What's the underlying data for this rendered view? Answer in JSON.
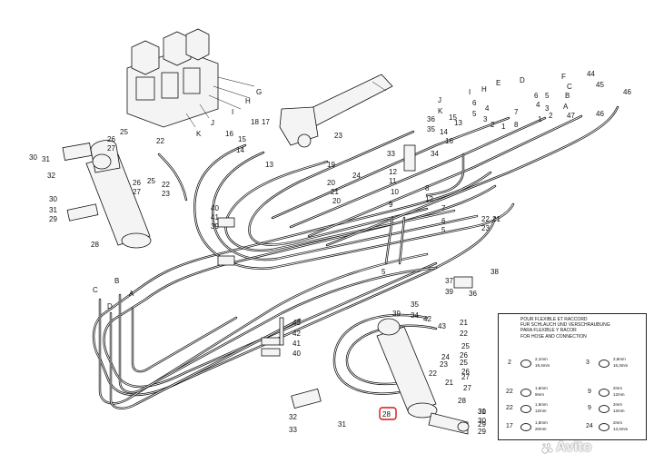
{
  "labels": {
    "block_letters": [
      "G",
      "H",
      "I",
      "J",
      "K"
    ],
    "cyl_left": [
      "30",
      "31",
      "32",
      "26",
      "27",
      "25",
      "22",
      "26",
      "27",
      "25",
      "30",
      "31",
      "29",
      "28",
      "22",
      "23"
    ],
    "upper_center": [
      "18",
      "17",
      "16",
      "15",
      "14",
      "13",
      "40",
      "41",
      "39"
    ],
    "center": [
      "23",
      "19",
      "20",
      "21",
      "20",
      "24",
      "33",
      "34",
      "12",
      "11",
      "10",
      "9",
      "8",
      "12",
      "7",
      "6",
      "5",
      "5",
      "22",
      "23",
      "21"
    ],
    "upper_right": [
      "J",
      "K",
      "I",
      "H",
      "E",
      "D",
      "F",
      "C",
      "B",
      "A",
      "14",
      "15",
      "16",
      "13",
      "6",
      "5",
      "4",
      "3",
      "2",
      "1",
      "44",
      "45",
      "46",
      "6",
      "5",
      "4",
      "3",
      "2",
      "1",
      "7",
      "8",
      "47",
      "46",
      "36",
      "35"
    ],
    "hose_ends": [
      "B",
      "C",
      "D",
      "A"
    ],
    "bottom_center": [
      "43",
      "42",
      "41",
      "40",
      "38",
      "37",
      "39",
      "36",
      "39",
      "35",
      "34",
      "42",
      "43",
      "32",
      "33",
      "31",
      "30",
      "29",
      "28",
      "27",
      "26",
      "25",
      "21",
      "22",
      "31",
      "30",
      "29"
    ],
    "bottom_right": [
      "24",
      "25",
      "26",
      "27",
      "22",
      "23",
      "21"
    ]
  },
  "legend": {
    "title": [
      "POUR FLEXIBLE ET RACCORD",
      "FUR SCHLAUCH UND VERSCHRAUBUNG",
      "PARA FLEXIBLE Y RACOR",
      "FOR HOSE AND CONNECTION"
    ],
    "entries": [
      {
        "id": "2",
        "spec_a": "2,1mm",
        "spec_b": "19,4mm"
      },
      {
        "id": "3",
        "spec_a": "2,8mm",
        "spec_b": "16,3mm"
      },
      {
        "id": "22",
        "spec_a": "1,6mm",
        "spec_b": "9mm"
      },
      {
        "id": "9",
        "spec_a": "2mm",
        "spec_b": "12mm"
      },
      {
        "id": "22",
        "spec_a": "1,6mm",
        "spec_b": "12mm"
      },
      {
        "id": "9",
        "spec_a": "2mm",
        "spec_b": "12mm"
      },
      {
        "id": "17",
        "spec_a": "1,8mm",
        "spec_b": "20mm"
      },
      {
        "id": "24",
        "spec_a": "2mm",
        "spec_b": "13,4mm"
      }
    ]
  },
  "callout": "28",
  "watermark": "Avito"
}
